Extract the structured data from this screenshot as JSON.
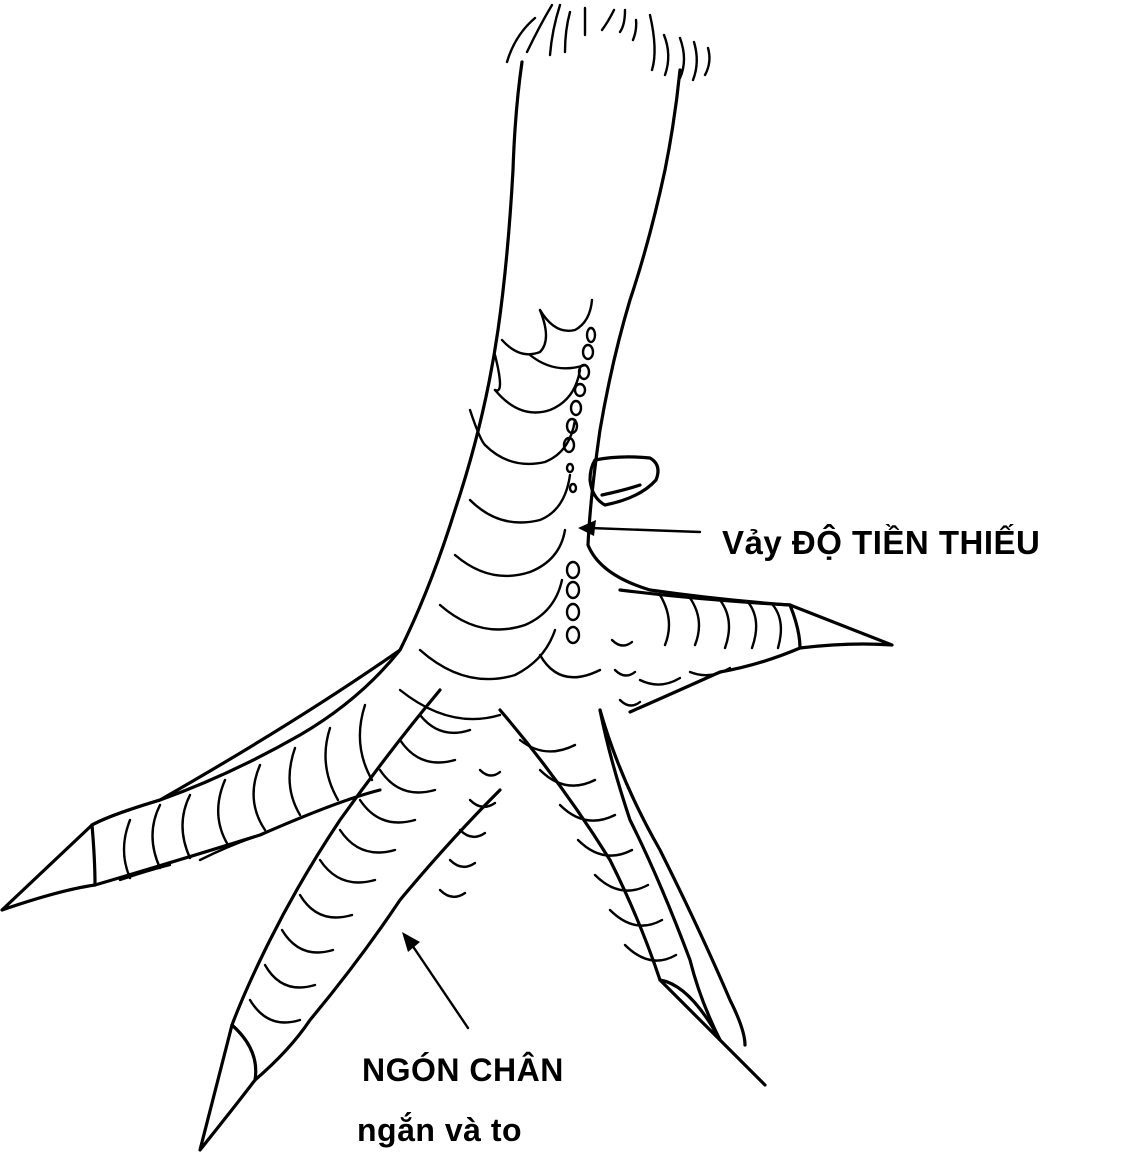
{
  "figure": {
    "subject": "rooster-foot-line-drawing",
    "background_color": "#ffffff",
    "ink_color": "#000000"
  },
  "labels": {
    "scale_label": "Vảy ĐỘ TIỀN THIẾU",
    "toe_label_line1": "NGÓN CHÂN",
    "toe_label_line2": "ngắn và to"
  },
  "annotations": [
    {
      "id": "scale-arrow",
      "points_to": "row of small scales on front of shank",
      "label_ref": "labels.scale_label"
    },
    {
      "id": "toe-arrow",
      "points_to": "middle toe",
      "label_ref": "labels.toe_label_line1"
    }
  ]
}
